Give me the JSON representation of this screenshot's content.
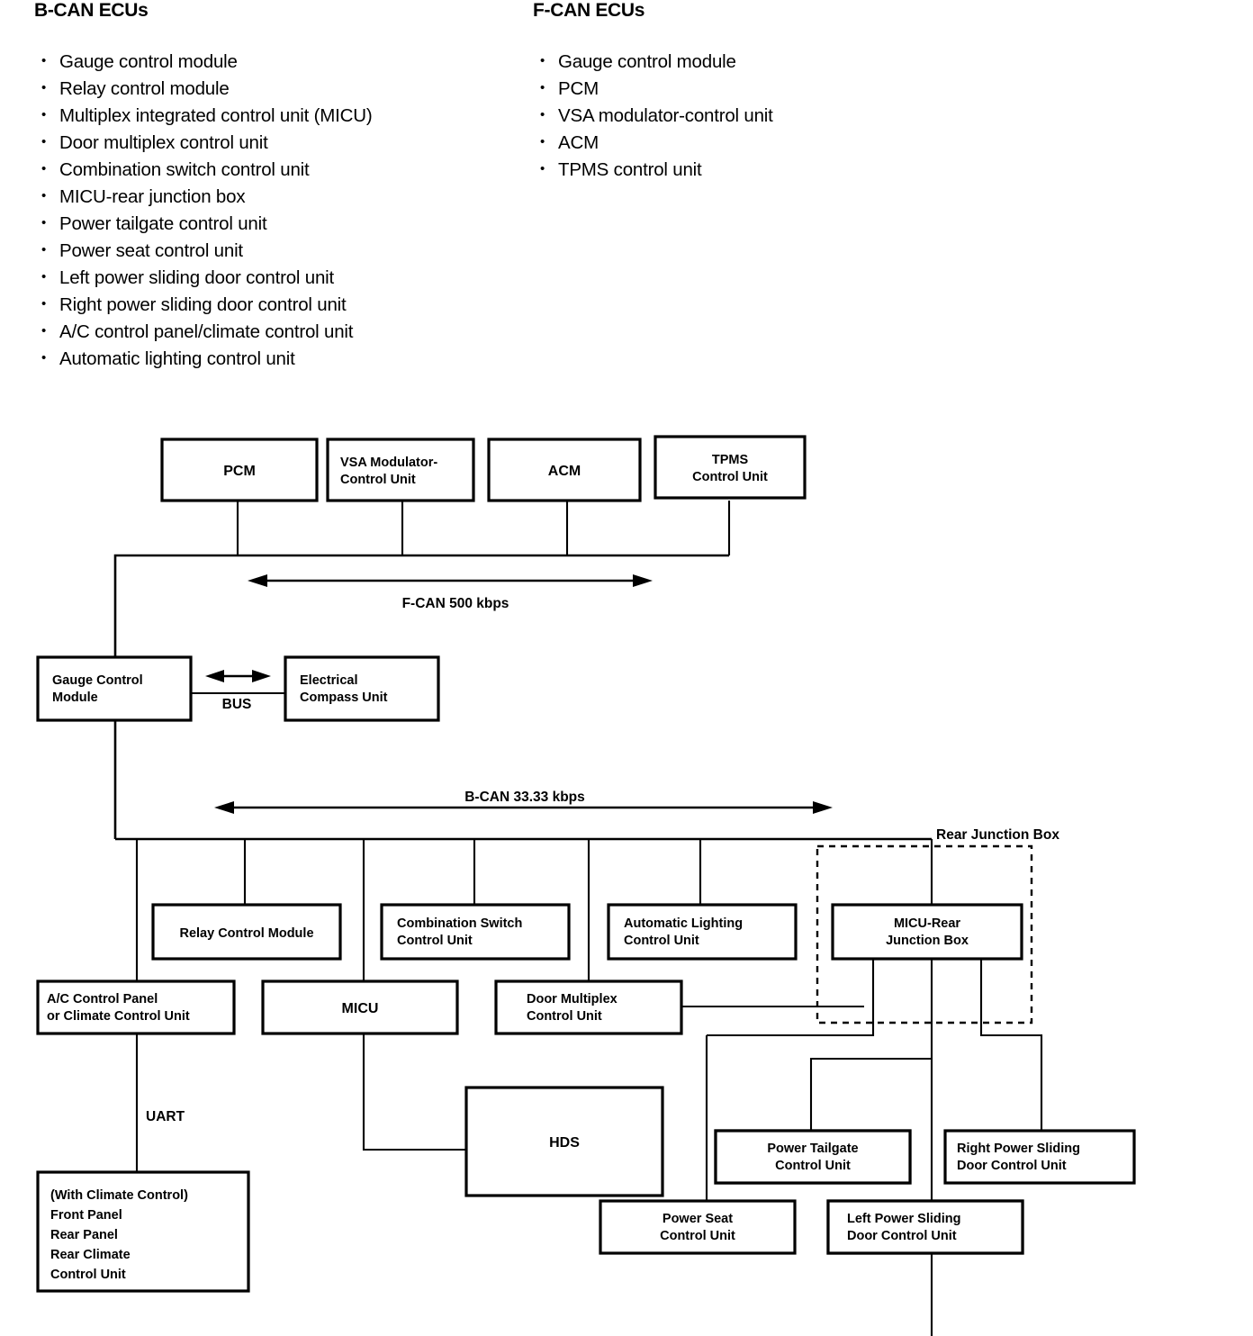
{
  "lists": {
    "bcan": {
      "title": "B-CAN ECUs",
      "items": [
        "Gauge control module",
        "Relay control module",
        "Multiplex integrated control unit (MICU)",
        "Door multiplex control unit",
        "Combination switch control unit",
        "MICU-rear junction box",
        "Power tailgate control unit",
        "Power seat control unit",
        "Left power sliding door control unit",
        "Right power sliding door control unit",
        "A/C control panel/climate control unit",
        "Automatic lighting control unit"
      ]
    },
    "fcan": {
      "title": "F-CAN ECUs",
      "items": [
        "Gauge control module",
        "PCM",
        "VSA modulator-control unit",
        "ACM",
        "TPMS control unit"
      ]
    }
  },
  "diagram": {
    "type": "block-diagram",
    "bus_labels": {
      "fcan": "F-CAN 500 kbps",
      "bcan": "B-CAN 33.33 kbps",
      "compass_bus": "BUS",
      "uart": "UART",
      "rear_junction_box": "Rear Junction Box"
    },
    "nodes": {
      "pcm": "PCM",
      "vsa_l1": "VSA Modulator-",
      "vsa_l2": "Control Unit",
      "acm": "ACM",
      "tpms_l1": "TPMS",
      "tpms_l2": "Control Unit",
      "gauge_l1": "Gauge Control",
      "gauge_l2": "Module",
      "compass_l1": "Electrical",
      "compass_l2": "Compass Unit",
      "relay": "Relay Control Module",
      "combo_l1": "Combination Switch",
      "combo_l2": "Control Unit",
      "autolight_l1": "Automatic Lighting",
      "autolight_l2": "Control Unit",
      "micurjb_l1": "MICU-Rear",
      "micurjb_l2": "Junction Box",
      "ac_l1": "A/C Control Panel",
      "ac_l2": "or Climate Control Unit",
      "micu": "MICU",
      "doormux_l1": "Door Multiplex",
      "doormux_l2": "Control Unit",
      "hds": "HDS",
      "climate_l1": "(With Climate Control)",
      "climate_l2": "Front Panel",
      "climate_l3": "Rear Panel",
      "climate_l4": "Rear Climate",
      "climate_l5": "Control Unit",
      "tailgate_l1": "Power Tailgate",
      "tailgate_l2": "Control Unit",
      "rpsd_l1": "Right Power Sliding",
      "rpsd_l2": "Door Control Unit",
      "seat_l1": "Power Seat",
      "seat_l2": "Control Unit",
      "lpsd_l1": "Left Power Sliding",
      "lpsd_l2": "Door Control Unit"
    }
  }
}
